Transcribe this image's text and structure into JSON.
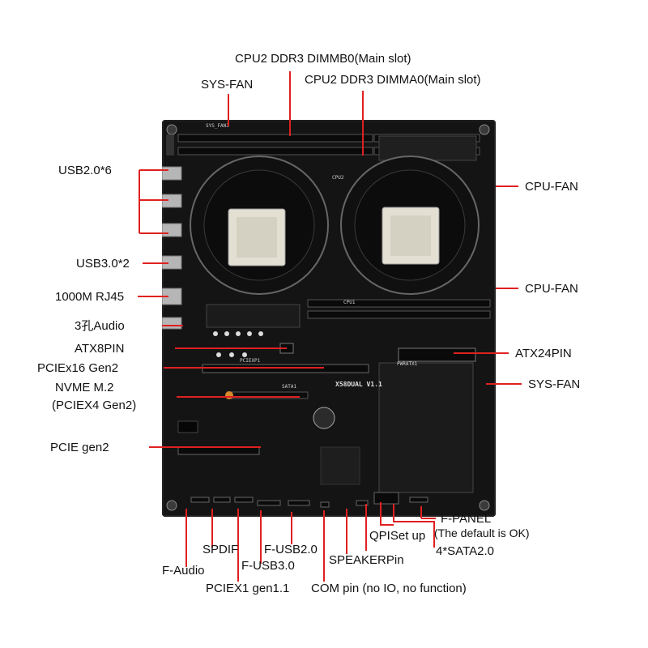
{
  "image": {
    "subject": "",
    "board_silkscreen": {
      "model": "X58DUAL V1.1",
      "cpu1": "CPU1",
      "cpu2": "CPU2",
      "pciex1": "PCIEXP1",
      "pwratx1": "PWRATX1",
      "sata": "SATA1",
      "sys_fan3": "SYS_FAN3"
    },
    "colors": {
      "board": "#141414",
      "leader_line": "#e02020",
      "heatsink": "#1b1b1b",
      "socket_ring": "#101010",
      "cpu_ihs": "#e3e0d3",
      "slot": "#0a0a0a"
    }
  },
  "labels": {
    "cpu2_dimmb0": "CPU2 DDR3 DIMMB0",
    "cpu2_dimmb0_note": "(Main slot)",
    "cpu2_dimma0": "CPU2 DDR3 DIMMA0",
    "cpu2_dimma0_note": "(Main slot)",
    "sys_fan_top": "SYS-FAN",
    "usb20": "USB2.0*6",
    "usb30": "USB3.0*2",
    "rj45": "1000M RJ45",
    "audio_prefix": "3孔",
    "audio": "Audio",
    "atx8pin": "ATX8PIN",
    "pciex16": "PCIEx16 Gen2",
    "nvme": "NVME M.2",
    "nvme_note": "(PCIEX4 Gen2)",
    "pcie_gen2": "PCIE gen2",
    "cpu_fan_1": "CPU-FAN",
    "cpu_fan_2": "CPU-FAN",
    "atx24pin": "ATX24PIN",
    "sys_fan_right": "SYS-FAN",
    "f_panel": "F-PANEL",
    "f_panel_note": "(The default is OK)",
    "qpi": "QPI",
    "qpi_note": "Set up",
    "spdif": "SPDIF",
    "f_usb20": "F-USB2.0",
    "speaker": "SPEAKER",
    "speaker_suffix": "Pin",
    "sata": "4*SATA2.0",
    "f_audio": "F-Audio",
    "f_usb30": "F-USB3.0",
    "pciex1": "PCIEX1 gen1.1",
    "com": "COM pin",
    "com_note": "(no IO, no function)"
  }
}
